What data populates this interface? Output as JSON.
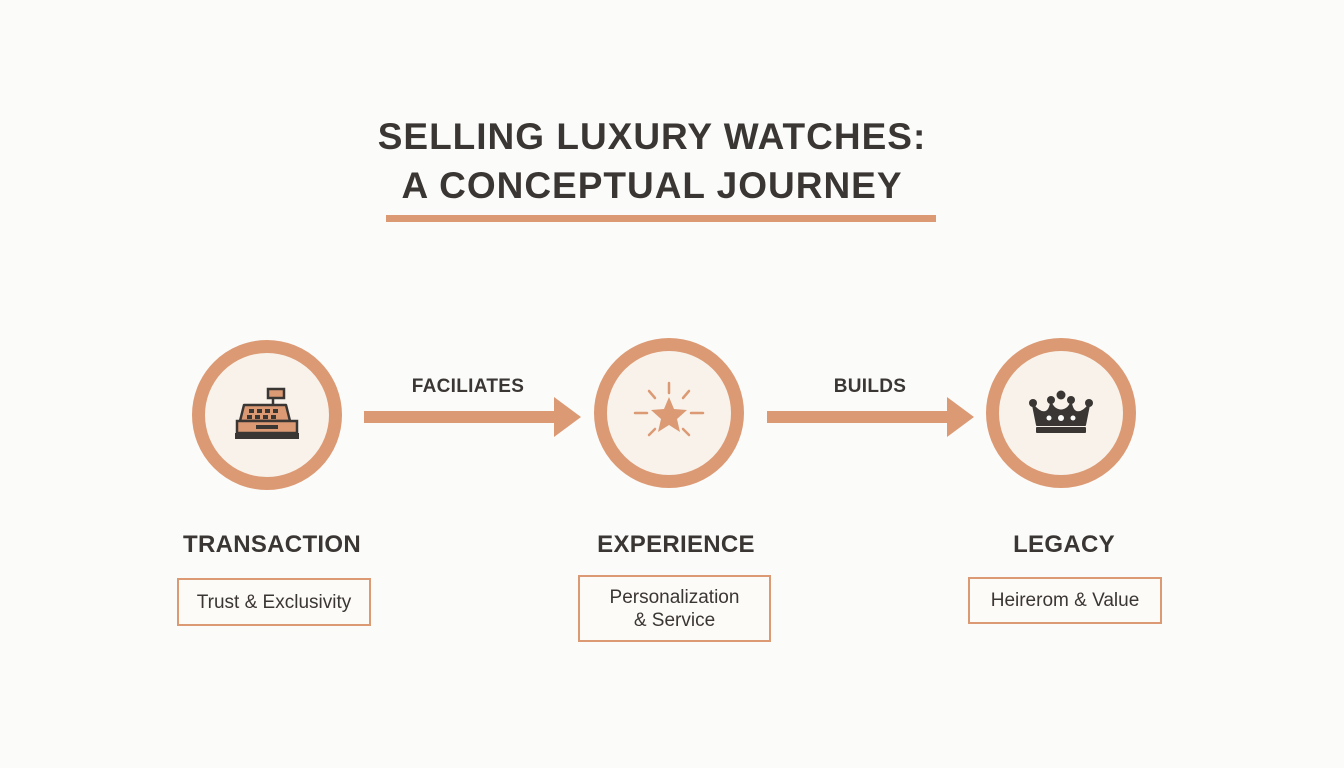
{
  "title": {
    "line1": "SELLING LUXURY WATCHES:",
    "line2": "A CONCEPTUAL JOURNEY"
  },
  "colors": {
    "accent": "#dc9a74",
    "node_fill": "#f8f2ea",
    "text": "#3a3634",
    "background": "#fbfbfa"
  },
  "nodes": [
    {
      "label": "TRANSACTION",
      "description": "Trust & Exclusivity",
      "icon": "cash-register-icon"
    },
    {
      "label": "EXPERIENCE",
      "description_line1": "Personalization",
      "description_line2": "& Service",
      "icon": "star-sparkle-icon"
    },
    {
      "label": "LEGACY",
      "description": "Heirerom & Value",
      "icon": "crown-icon"
    }
  ],
  "edges": [
    {
      "label": "FACILIATES",
      "from": "TRANSACTION",
      "to": "EXPERIENCE"
    },
    {
      "label": "BUILDS",
      "from": "EXPERIENCE",
      "to": "LEGACY"
    }
  ]
}
